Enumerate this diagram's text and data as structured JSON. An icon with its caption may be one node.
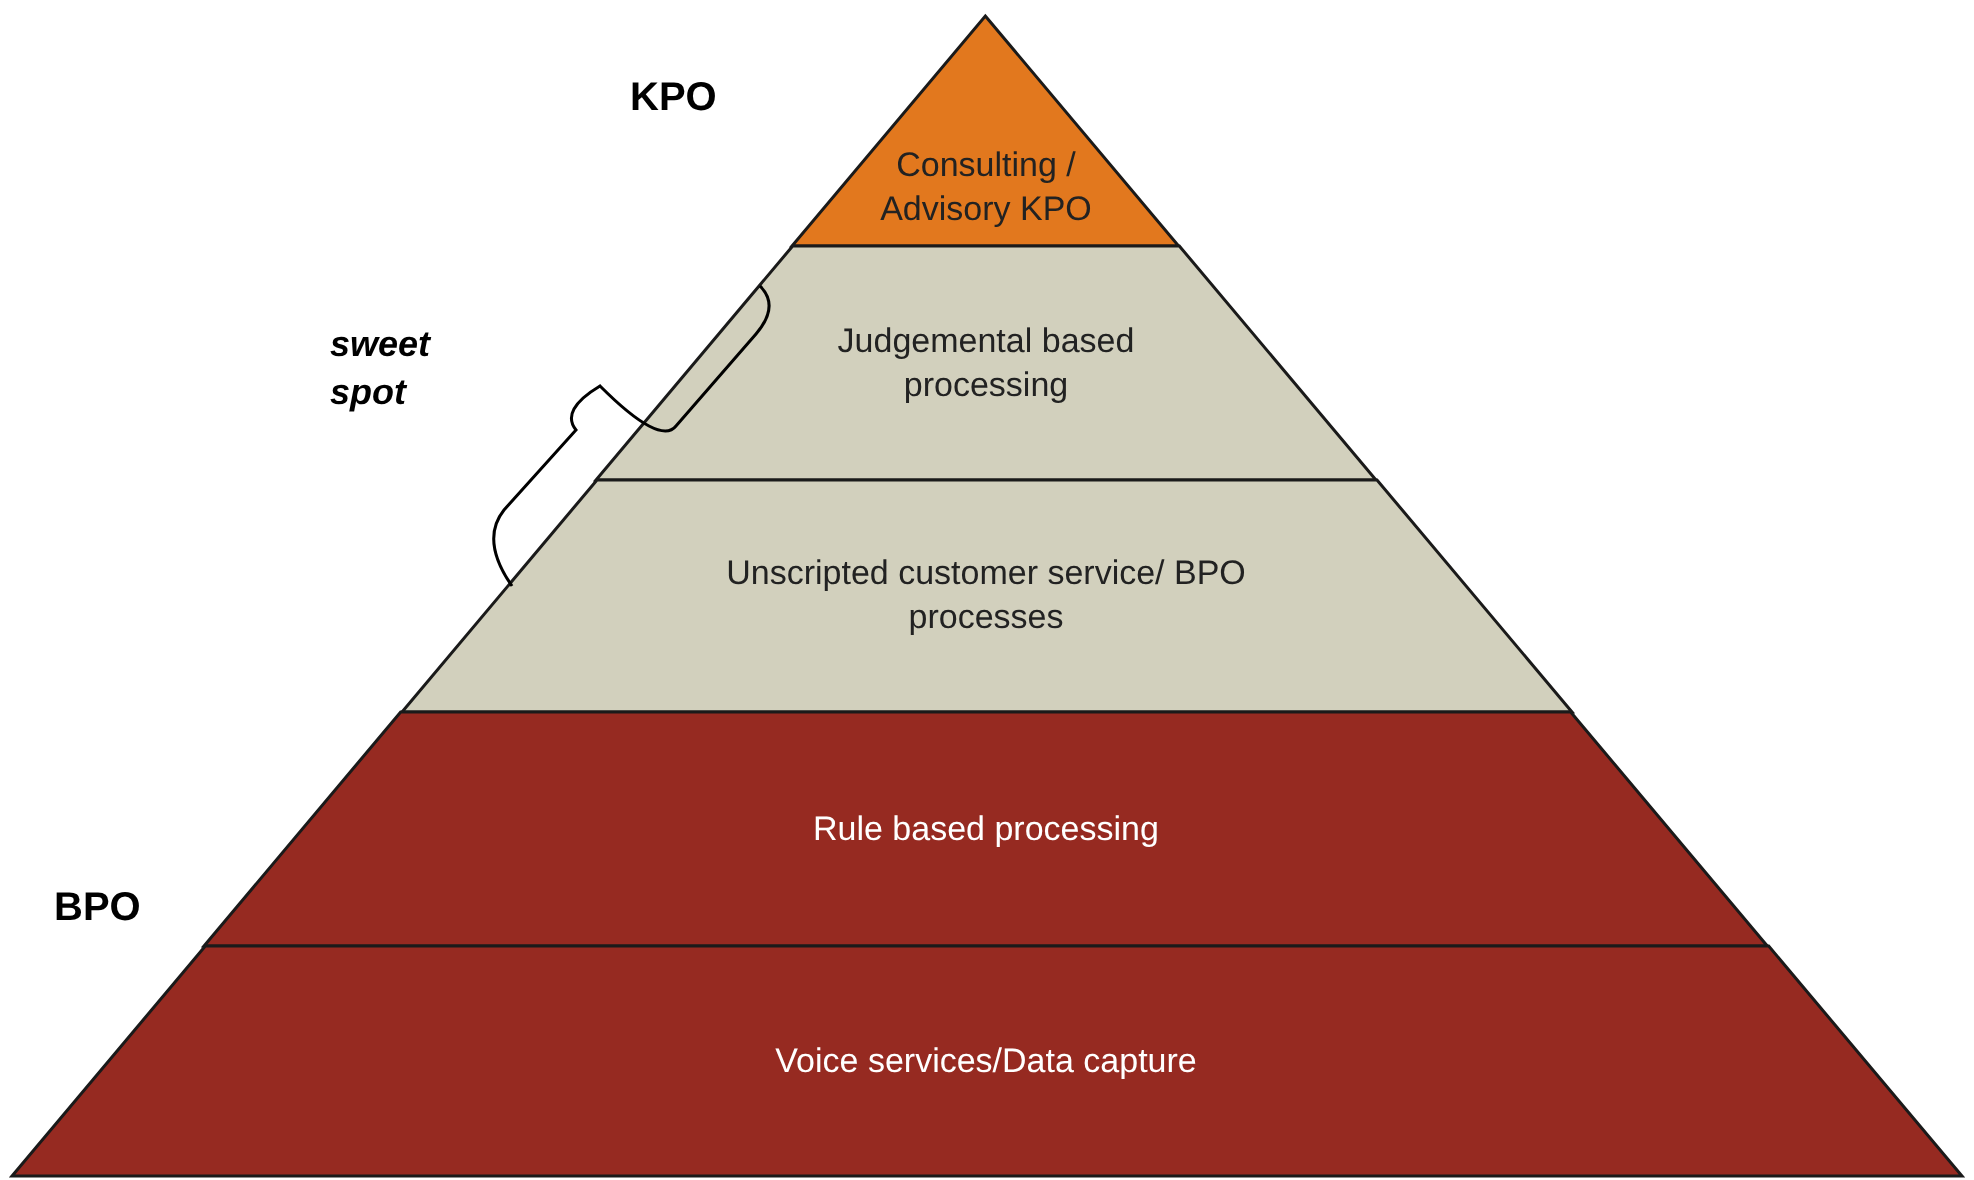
{
  "diagram": {
    "nodes": [
      {
        "text": [
          "Consulting / Advisory KPO"
        ]
      },
      {
        "text": [
          "Judgemental based processing"
        ]
      },
      {
        "text": [
          "Unscripted customer service/ BPO processes"
        ]
      },
      {
        "text": [
          "Rule based processing"
        ]
      },
      {
        "text": [
          "Voice services/Data capture"
        ]
      }
    ],
    "labels": [
      "KPO",
      "sweet spot",
      "BPO"
    ]
  }
}
